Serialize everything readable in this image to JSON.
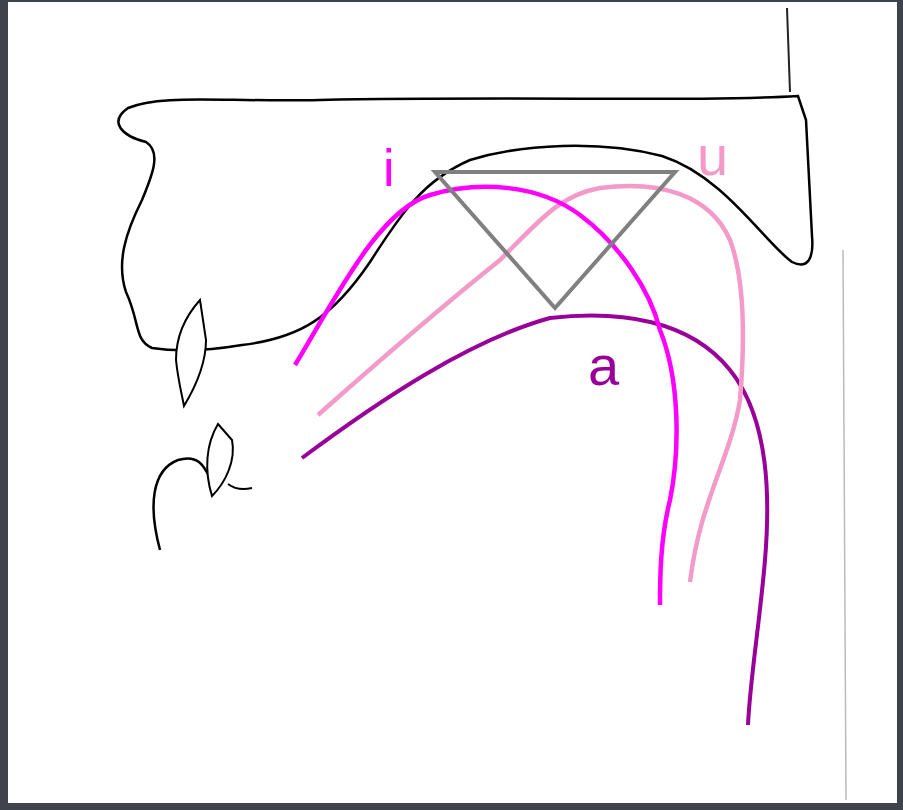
{
  "diagram": {
    "labels": [
      "i",
      "u",
      "a"
    ]
  }
}
